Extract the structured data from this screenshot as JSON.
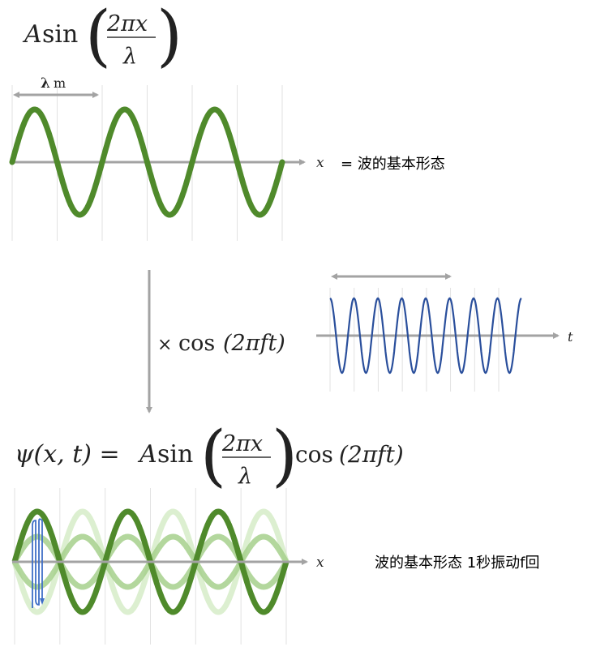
{
  "top_formula": {
    "prefix": "A",
    "func": "sin",
    "numerator": "2πx",
    "denominator": "λ"
  },
  "wavelength_label": {
    "symbol": "λ",
    "unit": "m"
  },
  "top_axis_label": "x",
  "top_caption": "= 波的基本形态",
  "multiplier": {
    "times": "×",
    "func": "cos",
    "arg": "(2πft)"
  },
  "time_axis_label": "t",
  "result_formula": {
    "lhs": "ψ(x, t) =",
    "prefix": "A",
    "func": "sin",
    "numerator": "2πx",
    "denominator": "λ",
    "suffix_func": "cos",
    "suffix_arg": "(2πft)"
  },
  "bottom_axis_label": "x",
  "bottom_caption": "波的基本形态 1秒振动f回",
  "colors": {
    "green_dark": "#4f8a2b",
    "green_mid": "#a6d08c",
    "green_light": "#d6ecc8",
    "blue": "#2a4f9c",
    "gray": "#a3a3a3",
    "grid": "#e2e2e2"
  },
  "waves": {
    "top_periods": 3,
    "time_periods": 8,
    "bottom_periods": 3,
    "bottom_amplitudes": [
      1,
      0.5,
      -0.5,
      -1
    ]
  }
}
